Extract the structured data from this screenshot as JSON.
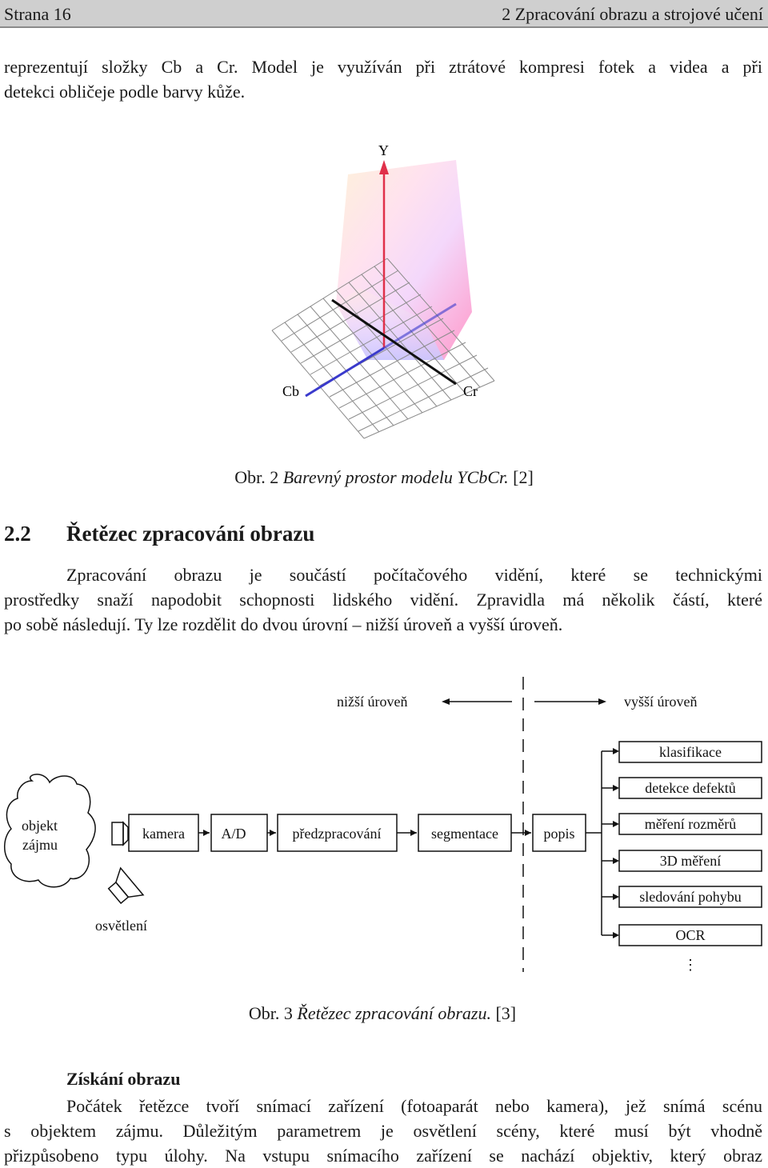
{
  "header": {
    "page_number": "Strana 16",
    "chapter_title": "2 Zpracování obrazu a strojové učení"
  },
  "intro_paragraph": {
    "line1": "reprezentují složky Cb a Cr. Model je využíván při ztrátové kompresi fotek a videa a při",
    "line2": "detekci obličeje podle barvy kůže."
  },
  "figure2": {
    "axis_y": "Y",
    "axis_cb": "Cb",
    "axis_cr": "Cr",
    "caption_prefix": "Obr. 2 ",
    "caption_italic": "Barevný prostor modelu YCbCr.",
    "caption_ref": " [2]"
  },
  "section": {
    "number": "2.2",
    "title": "Řetězec zpracování obrazu",
    "line1": "Zpracování obrazu je součástí počítačového vidění, které se technickými",
    "line2": "prostředky snaží napodobit schopnosti lidského vidění. Zpravidla má několik částí, které",
    "line3": "po sobě následují. Ty lze rozdělit do dvou úrovní – nižší úroveň a vyšší úroveň."
  },
  "figure3": {
    "lower_level": "nižší úroveň",
    "higher_level": "vyšší úroveň",
    "object_line1": "objekt",
    "object_line2": "zájmu",
    "lighting": "osvětlení",
    "pipeline": [
      "kamera",
      "A/D",
      "předzpracování",
      "segmentace",
      "popis"
    ],
    "outputs": [
      "klasifikace",
      "detekce defektů",
      "měření rozměrů",
      "3D měření",
      "sledování pohybu",
      "OCR"
    ],
    "ellipsis": "⋮",
    "caption_prefix": "Obr. 3 ",
    "caption_italic": "Řetězec zpracování obrazu.",
    "caption_ref": " [3]"
  },
  "acquisition": {
    "heading": "Získání obrazu",
    "line1": "Počátek řetězce tvoří snímací zařízení (fotoaparát nebo kamera), jež snímá scénu",
    "line2": "s objektem zájmu. Důležitým parametrem je osvětlení scény, které musí být vhodně",
    "line3": "přizpůsobeno typu úlohy. Na vstupu snímacího zařízení se nachází objektiv, který obraz"
  }
}
